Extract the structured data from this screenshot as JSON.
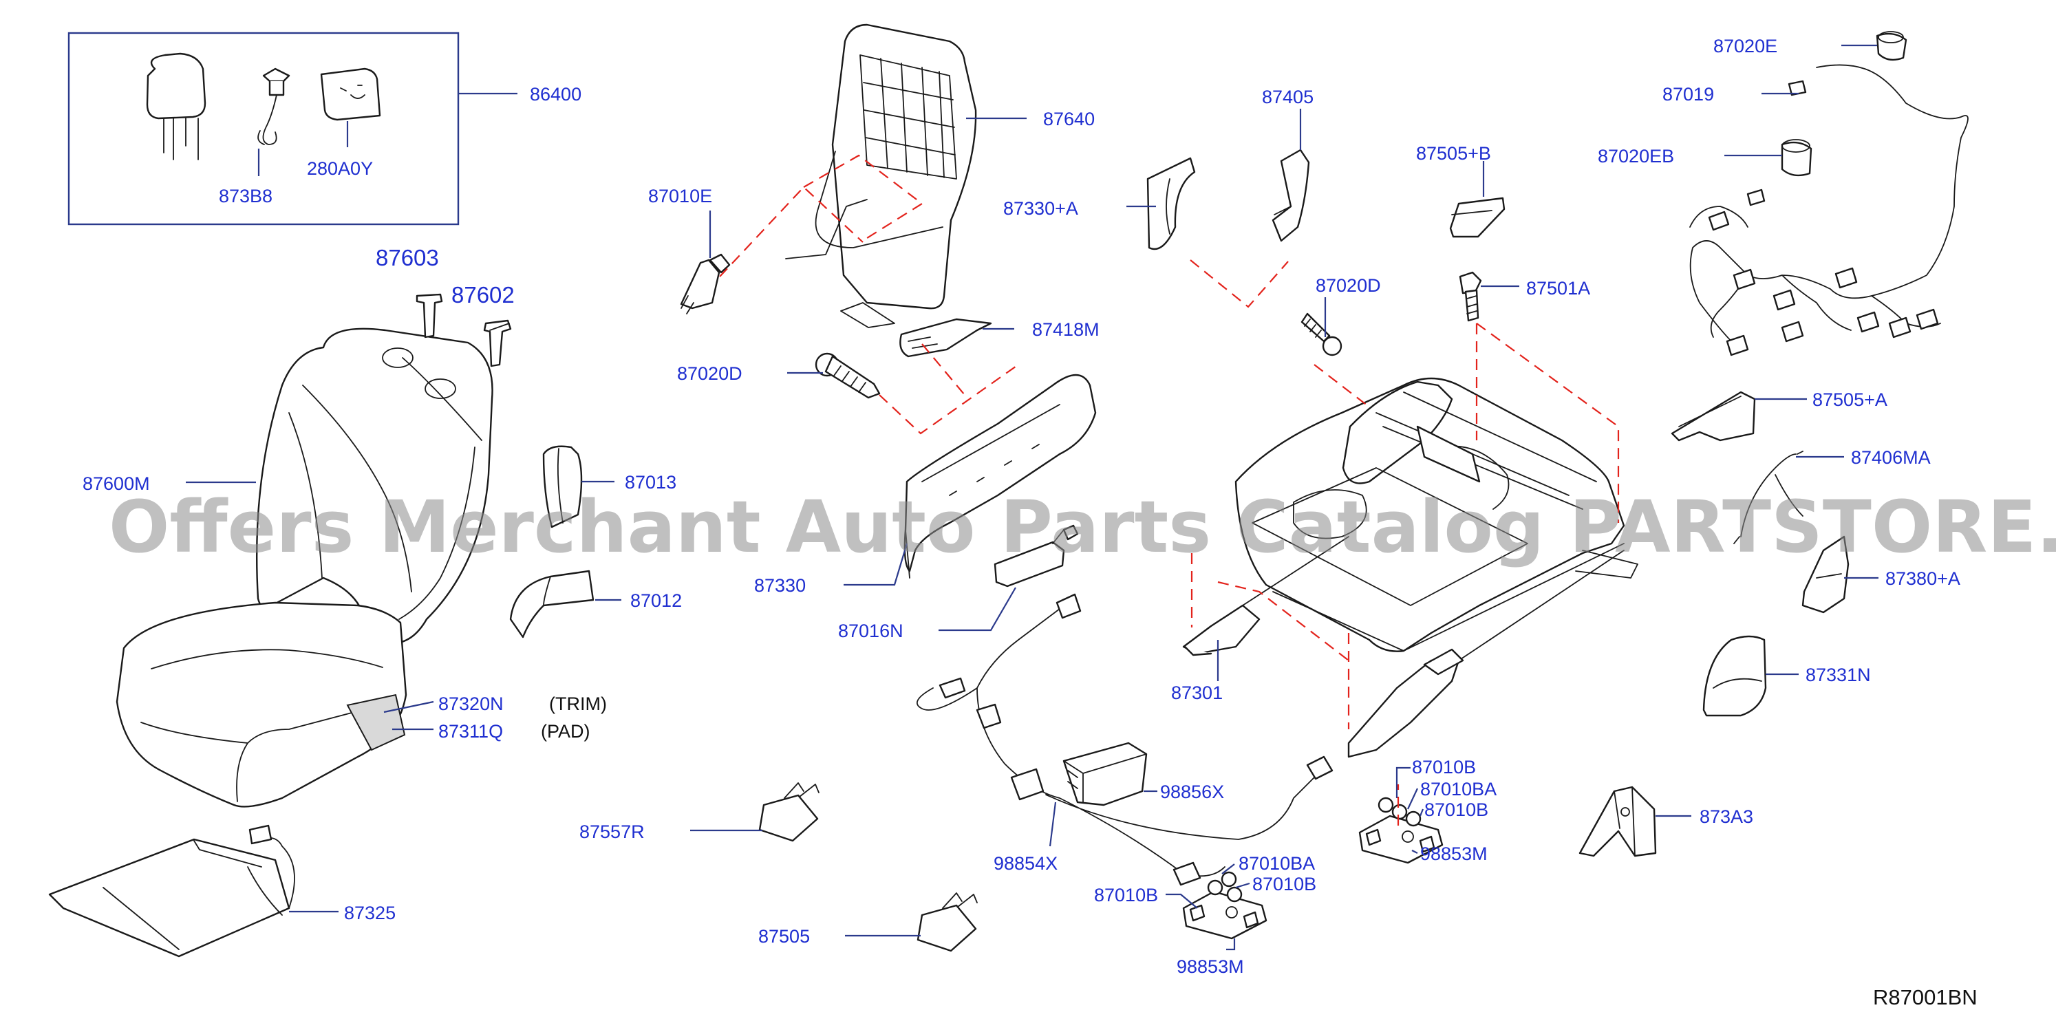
{
  "diagram": {
    "code": "R87001BN",
    "watermark": "Offers Merchant Auto Parts Catalog PARTSTORE.SA",
    "notes": {
      "trim": "(TRIM)",
      "pad": "(PAD)"
    },
    "labels": {
      "l86400": "86400",
      "l873B8": "873B8",
      "l280A0Y": "280A0Y",
      "l87603": "87603",
      "l87602": "87602",
      "l87600M": "87600M",
      "l87013": "87013",
      "l87012": "87012",
      "l87320N": "87320N",
      "l87311Q": "87311Q",
      "l87557R": "87557R",
      "l87325": "87325",
      "l87640": "87640",
      "l87010E": "87010E",
      "l87418M": "87418M",
      "l87020D_a": "87020D",
      "l87330": "87330",
      "l87016N": "87016N",
      "l98856X": "98856X",
      "l98854X": "98854X",
      "l87505": "87505",
      "l87405": "87405",
      "l87330A": "87330+A",
      "l87020D_b": "87020D",
      "l87505B": "87505+B",
      "l87501A": "87501A",
      "l87301": "87301",
      "l87010B_a": "87010B",
      "l87010BA_a": "87010BA",
      "l87010B_b": "87010B",
      "l98853M_a": "98853M",
      "l87010B_c": "87010B",
      "l87010BA_b": "87010BA",
      "l87010B_d": "87010B",
      "l98853M_b": "98853M",
      "l87020E": "87020E",
      "l87019": "87019",
      "l87020EB": "87020EB",
      "l87505A": "87505+A",
      "l87406MA": "87406MA",
      "l87380A": "87380+A",
      "l87331N": "87331N",
      "l873A3": "873A3"
    }
  }
}
